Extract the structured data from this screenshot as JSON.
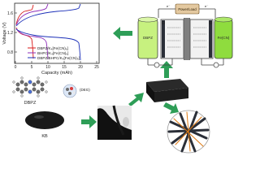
{
  "chart": {
    "ylabel": "Voltage (V)",
    "xlabel": "Capacity (mAh)",
    "yticks": [
      "0.8",
      "1.2",
      "1.6"
    ],
    "xticks": [
      "0",
      "5",
      "10",
      "15",
      "20",
      "25"
    ],
    "legend": [
      {
        "label": "DBPZ/K₄[Fe(CN)₆]",
        "color": "#d81b1b"
      },
      {
        "label": "BHPC/K₄[Fe(CN)₆]",
        "color": "#8e2db8"
      },
      {
        "label": "DBPZ/BHPC/K₄[Fe(CN)₆]",
        "color": "#1b2fb8"
      }
    ]
  },
  "cell": {
    "power_label": "Power/Load",
    "left_tank_label": "DBPZ",
    "right_tank_label": "Fe(CN)",
    "minus": "⊖",
    "plus": "⊕",
    "colors": {
      "left": "#c7f17f",
      "right": "#8fdc3e",
      "frame": "#404040",
      "membrane": "#6b6b6b"
    }
  },
  "molecule": {
    "label": "DBPZ"
  },
  "solvent": {
    "label": "(DEG)"
  },
  "carbon": {
    "label": "KB"
  },
  "colors": {
    "arrow": "#2e9e57",
    "fiber_dark": "#2b2f38",
    "fiber_accent": "#e07a12",
    "black": "#1a1a1a"
  }
}
